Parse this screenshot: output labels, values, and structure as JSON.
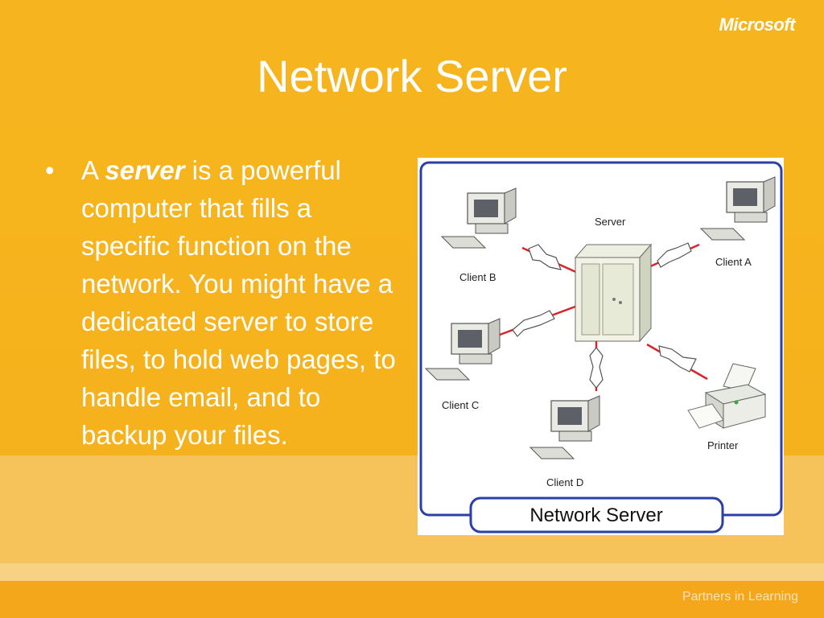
{
  "header": {
    "brand": "Microsoft",
    "title": "Network Server"
  },
  "body": {
    "bullet_marker": "•",
    "bullet_prefix": "A ",
    "bullet_emphasis": "server",
    "bullet_rest": " is a powerful computer that fills a specific function on the network. You might have a dedicated server to store files, to hold web pages, to handle email, and to backup your files."
  },
  "diagram": {
    "server_label": "Server",
    "client_a_label": "Client A",
    "client_b_label": "Client B",
    "client_c_label": "Client C",
    "client_d_label": "Client D",
    "printer_label": "Printer",
    "caption": "Network Server"
  },
  "footer": {
    "tagline": "Partners in Learning"
  },
  "colors": {
    "background": "#F6B21C",
    "band_light": "#F6C35A",
    "frame_blue": "#2B3FA8",
    "link_red": "#D7262B",
    "text_white": "#FFFFFF"
  }
}
